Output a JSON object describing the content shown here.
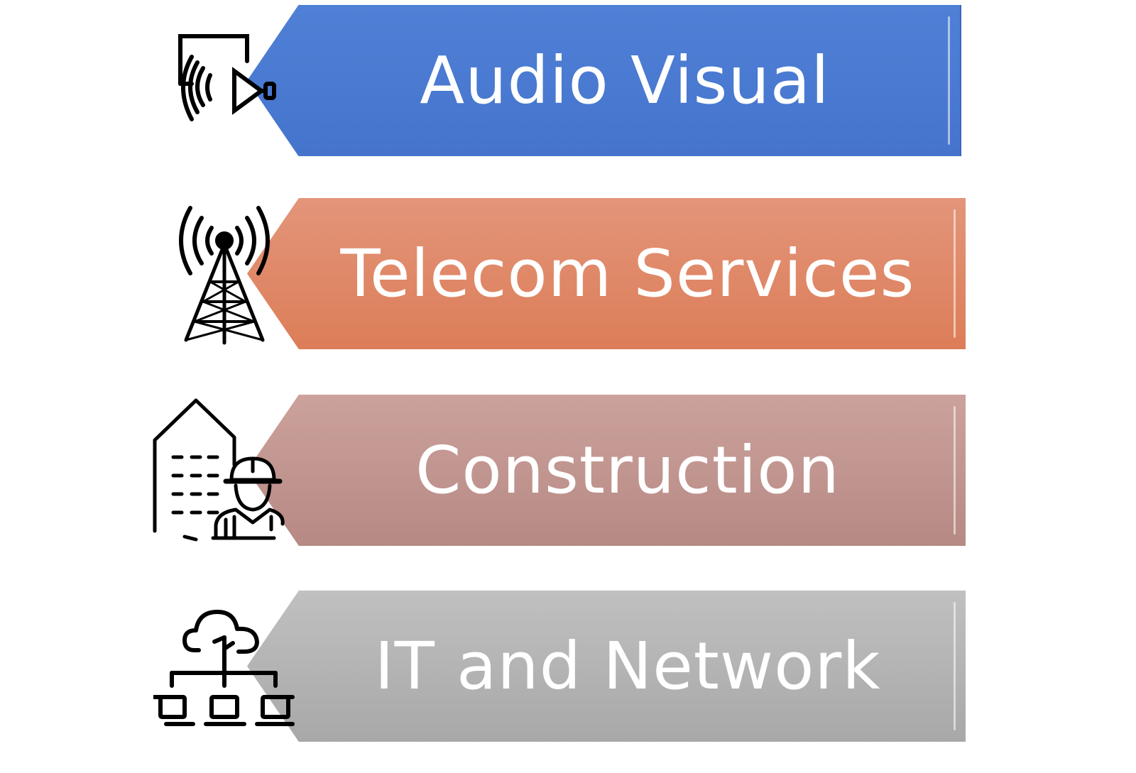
{
  "items": [
    {
      "label": "Audio Visual",
      "icon": "audio-visual-icon",
      "color": "#4574cc"
    },
    {
      "label": "Telecom Services",
      "icon": "antenna-tower-icon",
      "color": "#dc7d58"
    },
    {
      "label": "Construction",
      "icon": "construction-worker-building-icon",
      "color": "#b78984"
    },
    {
      "label": "IT and  Network",
      "icon": "cloud-network-icon",
      "color": "#a8a8a8"
    }
  ]
}
